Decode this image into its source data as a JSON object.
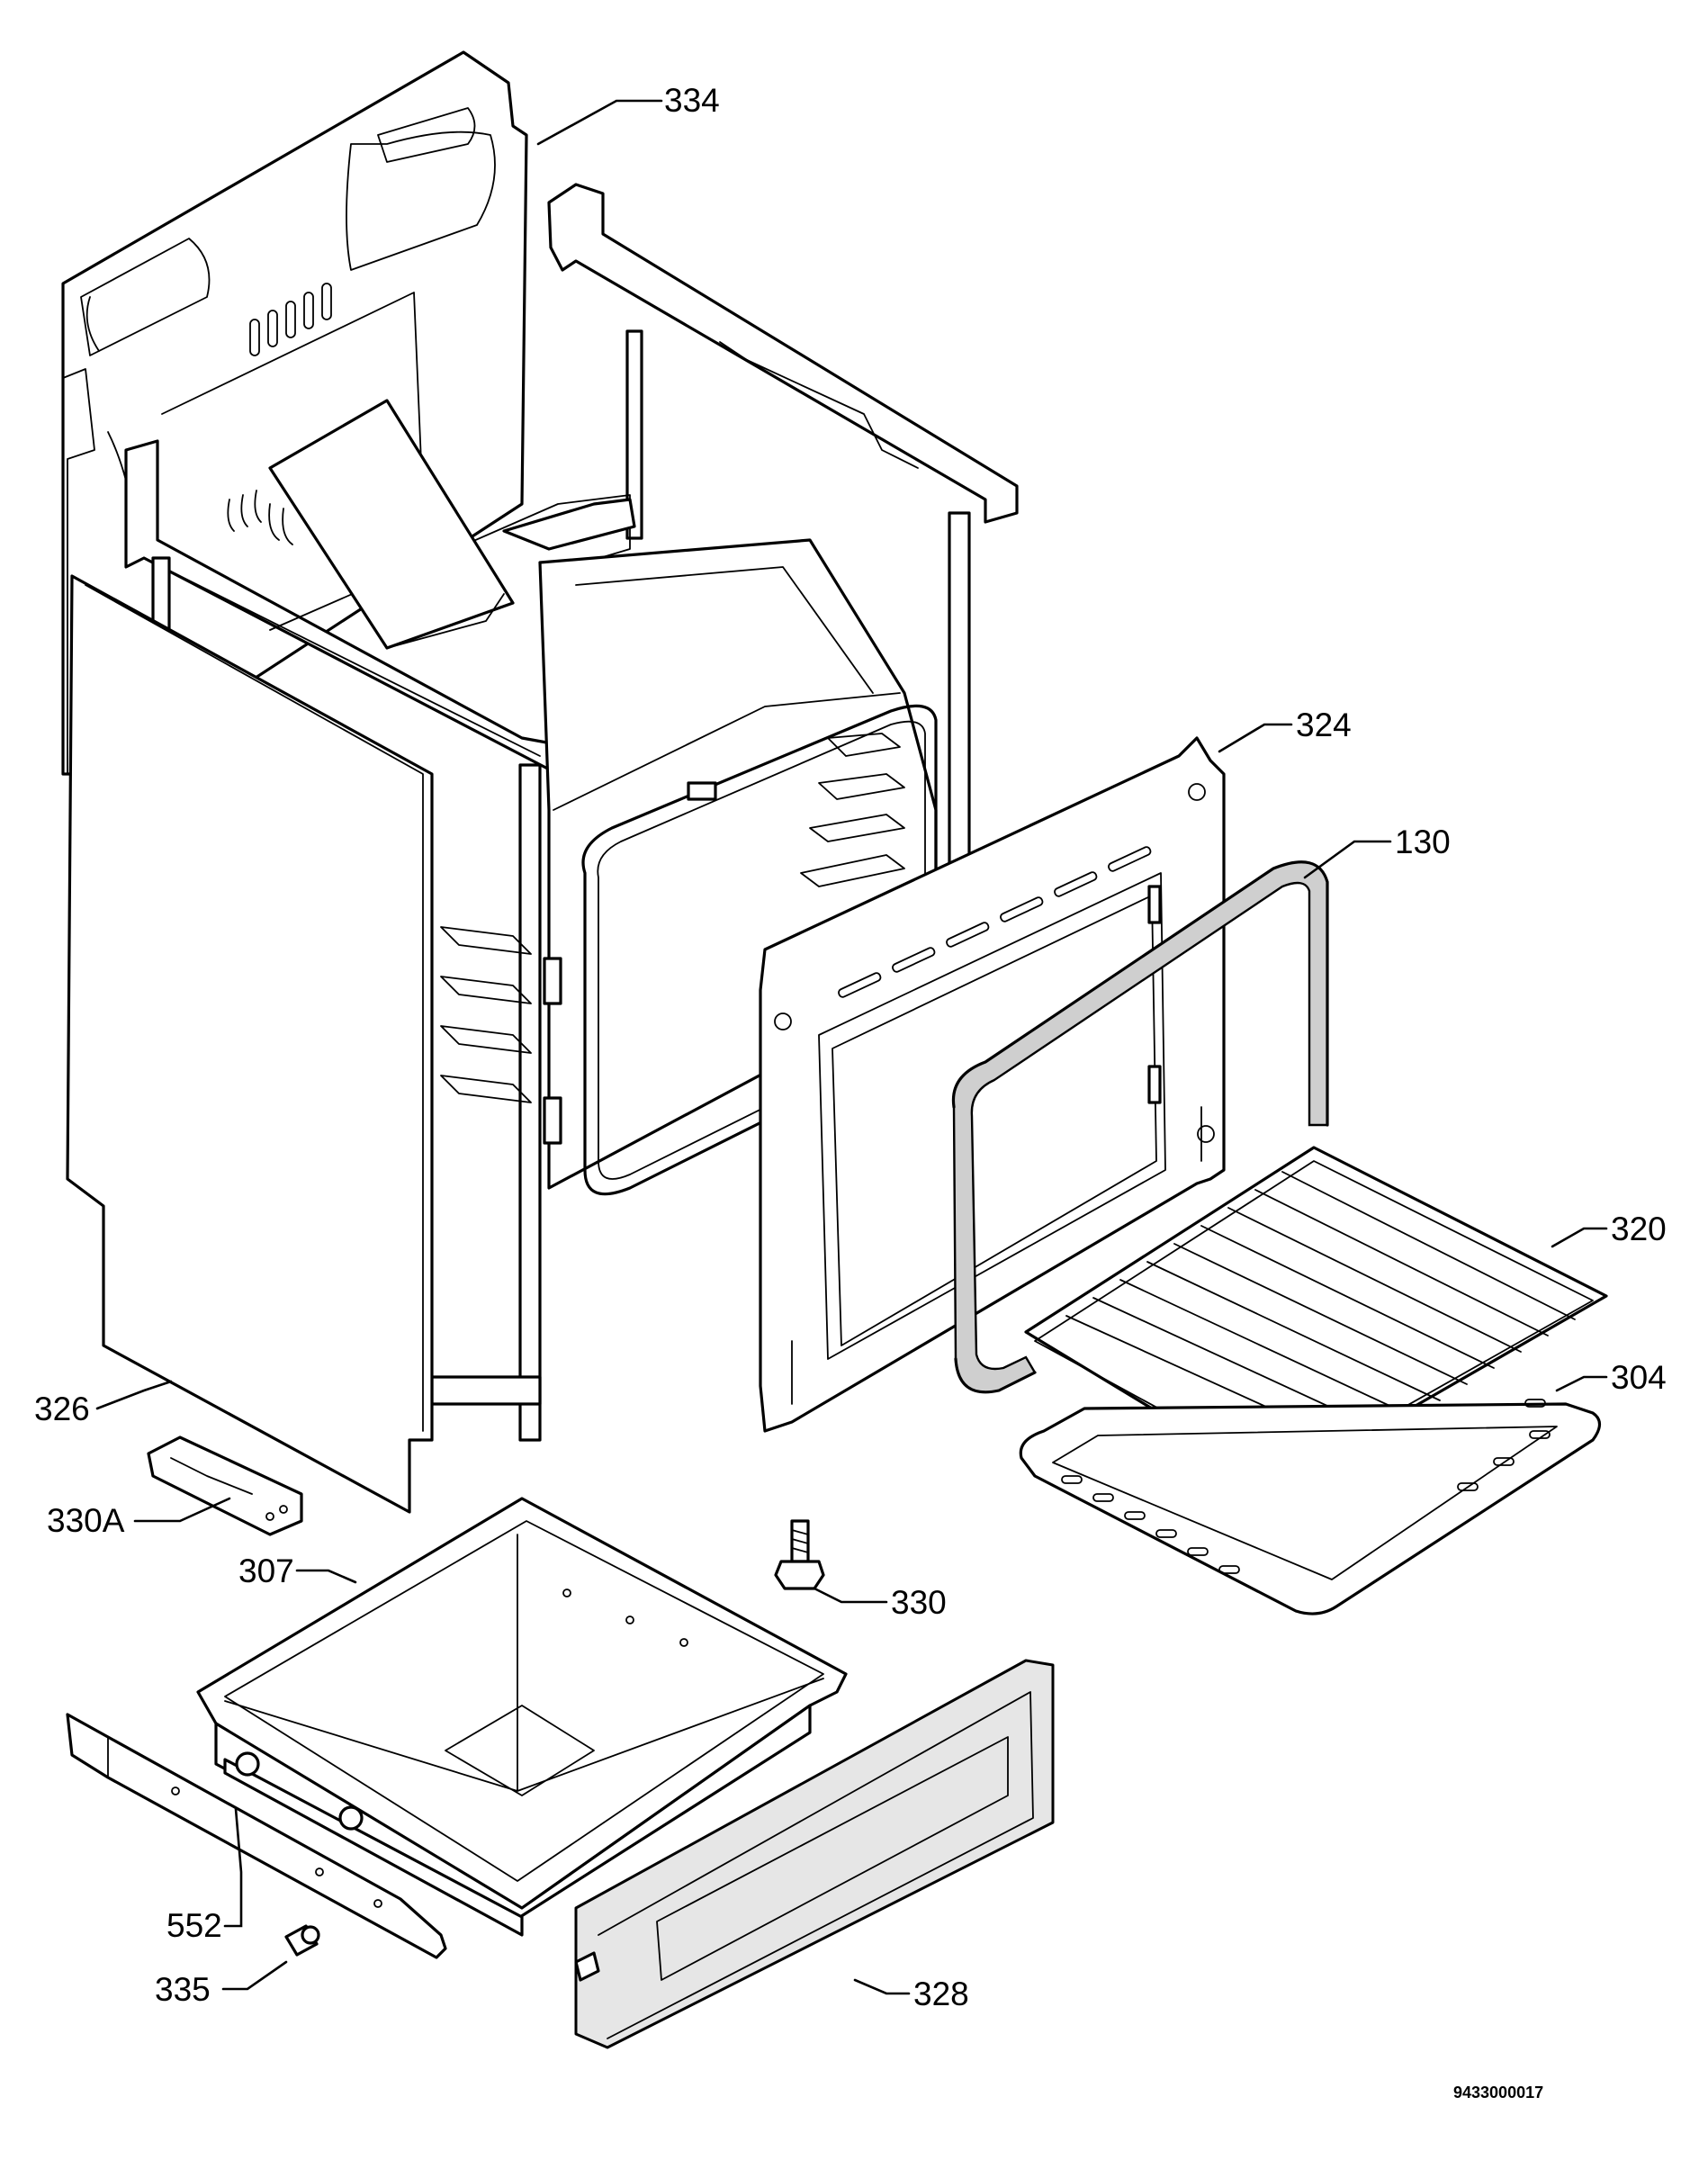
{
  "diagram": {
    "drawing_code": "9433000017",
    "callouts": [
      {
        "id": "c334",
        "text": "334"
      },
      {
        "id": "c324",
        "text": "324"
      },
      {
        "id": "c130",
        "text": "130"
      },
      {
        "id": "c320",
        "text": "320"
      },
      {
        "id": "c304",
        "text": "304"
      },
      {
        "id": "c326",
        "text": "326"
      },
      {
        "id": "c330A",
        "text": "330A"
      },
      {
        "id": "c307",
        "text": "307"
      },
      {
        "id": "c330",
        "text": "330"
      },
      {
        "id": "c552",
        "text": "552"
      },
      {
        "id": "c335",
        "text": "335"
      },
      {
        "id": "c328",
        "text": "328"
      }
    ]
  }
}
